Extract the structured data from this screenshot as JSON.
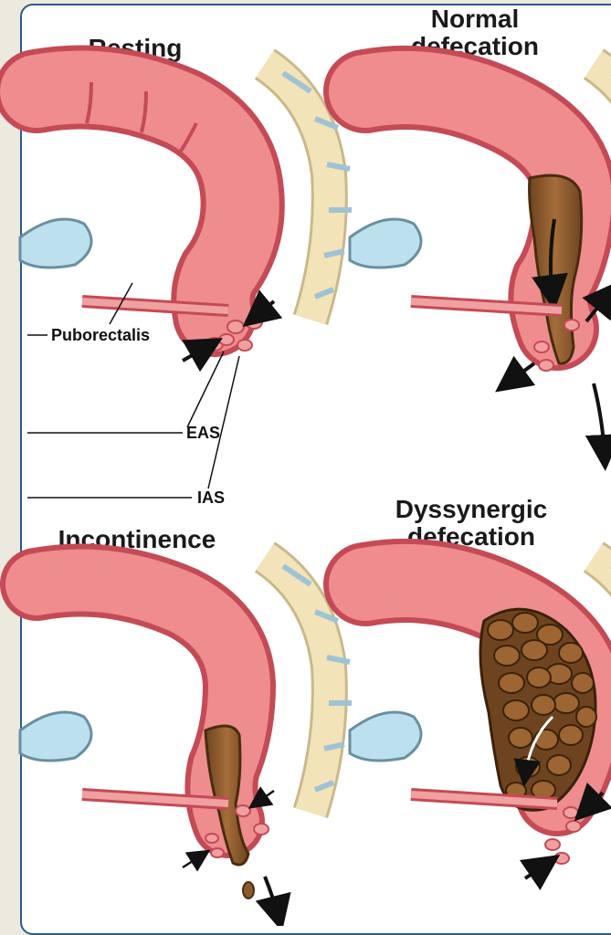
{
  "panels": {
    "resting": {
      "title": "Resting"
    },
    "normal": {
      "title_line1": "Normal",
      "title_line2": "defecation"
    },
    "incontinence": {
      "title": "Incontinence"
    },
    "dyssynergic": {
      "title_line1": "Dyssynergic",
      "title_line2": "defecation"
    }
  },
  "labels": {
    "puborectalis": "Puborectalis",
    "eas": "EAS",
    "ias": "IAS"
  },
  "colors": {
    "colon": "#e9767a",
    "colon_dark": "#c44a55",
    "stool": "#8b5a2b",
    "bone": "#f3e3b8",
    "bladder": "#bde0ef",
    "frame": "#2a5d8a"
  }
}
